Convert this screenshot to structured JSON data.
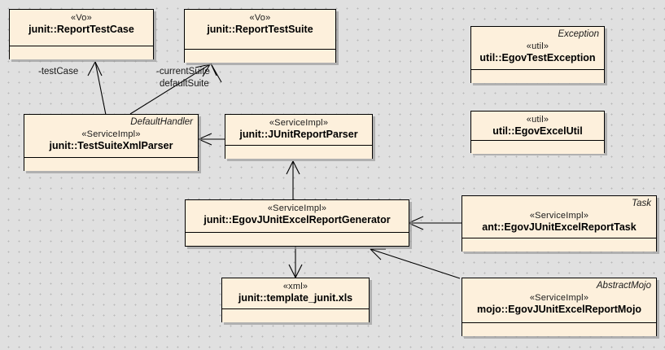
{
  "diagram": {
    "title": "UML Class Diagram",
    "background_color": "#e0e0e0",
    "class_fill_color": "#fdf0dc",
    "border_color": "#000000",
    "classes": [
      {
        "id": "report-test-case",
        "parent": "",
        "stereotype": "«Vo»",
        "name": "junit::ReportTestCase"
      },
      {
        "id": "report-test-suite",
        "parent": "",
        "stereotype": "«Vo»",
        "name": "junit::ReportTestSuite"
      },
      {
        "id": "egov-test-exception",
        "parent": "Exception",
        "stereotype": "«util»",
        "name": "util::EgovTestException"
      },
      {
        "id": "egov-excel-util",
        "parent": "",
        "stereotype": "«util»",
        "name": "util::EgovExcelUtil"
      },
      {
        "id": "test-suite-xml-parser",
        "parent": "DefaultHandler",
        "stereotype": "«ServiceImpl»",
        "name": "junit::TestSuiteXmlParser"
      },
      {
        "id": "junit-report-parser",
        "parent": "",
        "stereotype": "«ServiceImpl»",
        "name": "junit::JUnitReportParser"
      },
      {
        "id": "egov-junit-excel-report-generator",
        "parent": "",
        "stereotype": "«ServiceImpl»",
        "name": "junit::EgovJUnitExcelReportGenerator"
      },
      {
        "id": "egov-junit-excel-report-task",
        "parent": "Task",
        "stereotype": "«ServiceImpl»",
        "name": "ant::EgovJUnitExcelReportTask"
      },
      {
        "id": "egov-junit-excel-report-mojo",
        "parent": "AbstractMojo",
        "stereotype": "«ServiceImpl»",
        "name": "mojo::EgovJUnitExcelReportMojo"
      },
      {
        "id": "template-junit-xls",
        "parent": "",
        "stereotype": "«xml»",
        "name": "junit::template_junit.xls"
      }
    ],
    "edge_labels": [
      {
        "id": "test-case-role",
        "text": "-testCase"
      },
      {
        "id": "current-suite-role",
        "text": "-currentSuite"
      },
      {
        "id": "default-suite-role",
        "text": "defaultSuite"
      }
    ]
  }
}
